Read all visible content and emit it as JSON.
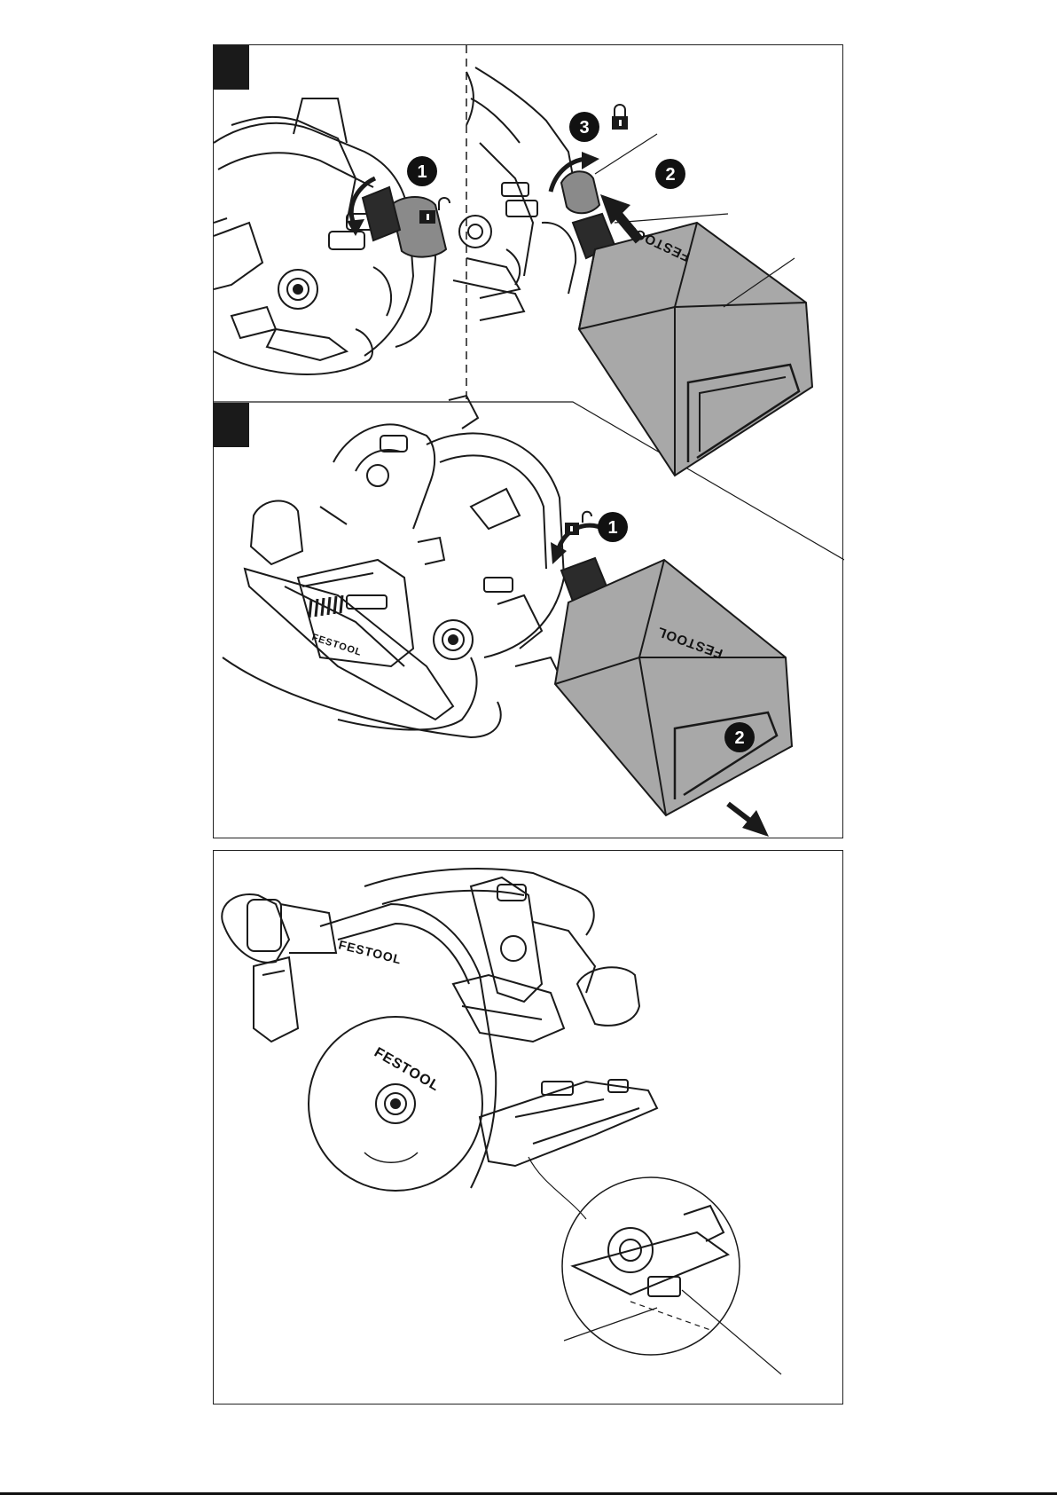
{
  "colors": {
    "line": "#1a1a1a",
    "box_gray": "#a8a8a8",
    "cap_gray": "#8a8a8a",
    "badge_fill": "#111111",
    "marker_fill": "#1a1a1a"
  },
  "icons": {
    "lock_closed": "padlock-closed-icon",
    "lock_open": "padlock-open-icon",
    "arrow_curved": "curved-arrow-icon",
    "arrow_straight": "straight-arrow-icon"
  },
  "figure_top": {
    "panel_a": {
      "step_1": "1"
    },
    "panel_b": {
      "step_2": "2",
      "step_3": "3",
      "brand": "FESTOOL"
    },
    "panel_c": {
      "step_1": "1",
      "step_2": "2",
      "brand_box": "FESTOOL",
      "brand_motor": "FESTOOL"
    }
  },
  "figure_bottom": {
    "brand_guard": "FESTOOL",
    "brand_blade": "FESTOOL"
  }
}
